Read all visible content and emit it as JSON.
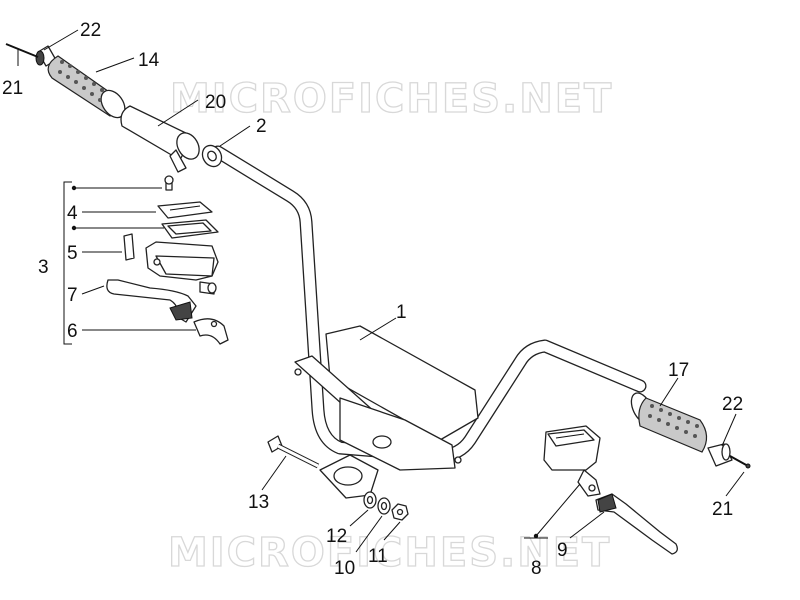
{
  "watermarks": [
    "MICROFICHES.NET",
    "MICROFICHES.NET"
  ],
  "labels": [
    "1",
    "2",
    "3",
    "4",
    "5",
    "6",
    "7",
    "8",
    "9",
    "10",
    "11",
    "12",
    "13",
    "14",
    "17",
    "20",
    "21",
    "21",
    "22",
    "22"
  ]
}
